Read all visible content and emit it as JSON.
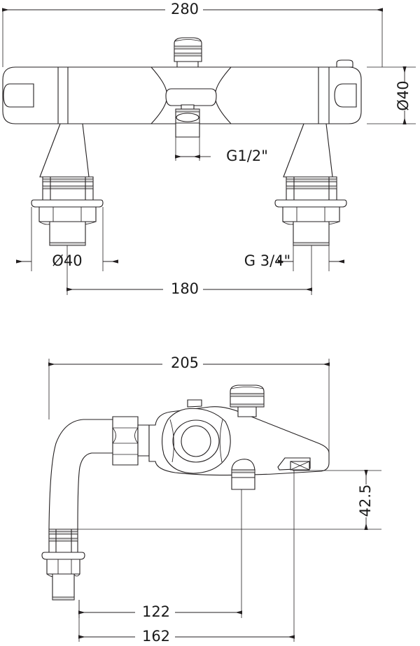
{
  "drawing": {
    "title": "Thermostatic bath shower mixer tap technical drawing",
    "units": "mm",
    "line_color": "#231f20",
    "text_color": "#1a1a1a",
    "background": "#ffffff"
  },
  "views": [
    {
      "id": "top-view",
      "name": "front-elevation-view",
      "description": "Front elevation of thermostatic bar valve body with two deck legs"
    },
    {
      "id": "side-view",
      "name": "side-elevation-view",
      "description": "Side elevation showing spout, handset elbow and diverter"
    }
  ],
  "dimensions": {
    "front": {
      "overall_width": "280",
      "body_diameter": "Ø40",
      "outlet_thread": "G1/2\"",
      "leg_flange_diameter": "Ø40",
      "leg_thread": "G 3/4\"",
      "leg_centres": "180"
    },
    "side": {
      "overall_projection": "205",
      "diverter_height": "42.5",
      "spout_to_diverter": "122",
      "spout_to_rear": "162"
    }
  },
  "labels": [
    {
      "key": "w280",
      "text": "280",
      "view": "front"
    },
    {
      "key": "d40r",
      "text": "Ø40",
      "view": "front"
    },
    {
      "key": "g12",
      "text": "G1/2\"",
      "view": "front"
    },
    {
      "key": "d40l",
      "text": "Ø40",
      "view": "front"
    },
    {
      "key": "g34",
      "text": "G 3/4\"",
      "view": "front"
    },
    {
      "key": "c180",
      "text": "180",
      "view": "front"
    },
    {
      "key": "p205",
      "text": "205",
      "view": "side"
    },
    {
      "key": "h425",
      "text": "42.5",
      "view": "side"
    },
    {
      "key": "x122",
      "text": "122",
      "view": "side"
    },
    {
      "key": "x162",
      "text": "162",
      "view": "side"
    }
  ]
}
